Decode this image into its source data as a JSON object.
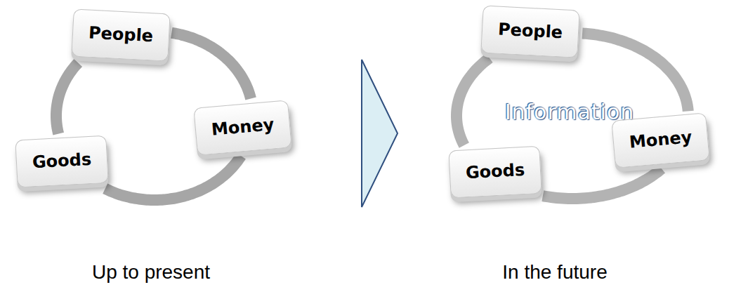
{
  "diagram": {
    "nodes": [
      {
        "text": [
          "People"
        ]
      },
      {
        "text": [
          "Money"
        ]
      },
      {
        "text": [
          "Goods"
        ]
      },
      {
        "text": [
          "Information"
        ]
      },
      {
        "text": [
          "People"
        ]
      },
      {
        "text": [
          "Money"
        ]
      },
      {
        "text": [
          "Goods"
        ]
      }
    ],
    "edges": [
      {
        "from": 0,
        "to": 1,
        "arrow": "none"
      },
      {
        "from": 1,
        "to": 2,
        "arrow": "none"
      },
      {
        "from": 2,
        "to": 0,
        "arrow": "none"
      },
      {
        "from": 4,
        "to": 5,
        "arrow": "none"
      },
      {
        "from": 5,
        "to": 6,
        "arrow": "none"
      },
      {
        "from": 6,
        "to": 4,
        "arrow": "none"
      }
    ],
    "labels": [
      "Up to present",
      "In the future"
    ]
  }
}
